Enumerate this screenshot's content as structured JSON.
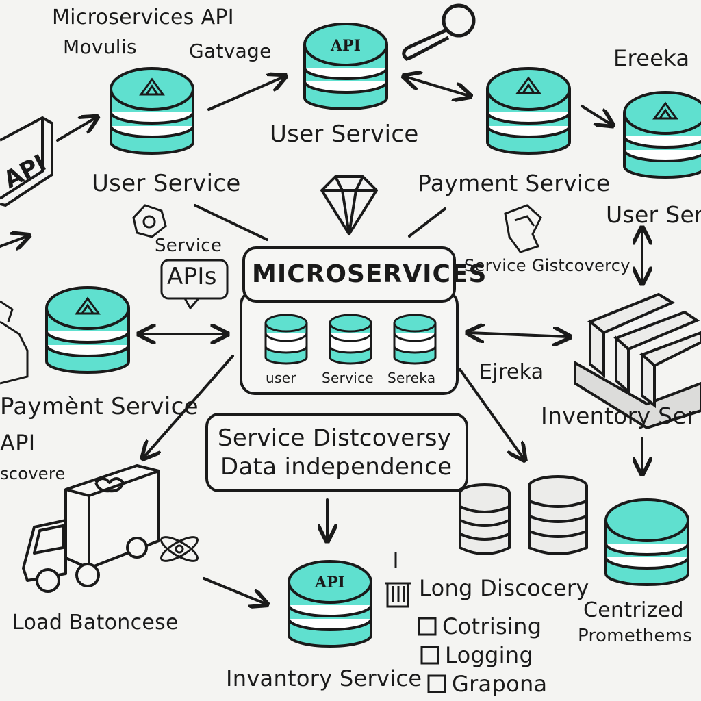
{
  "colors": {
    "db": "#5fe0cf",
    "ink": "#1a1a1a",
    "paper": "#f4f4f2"
  },
  "labels": {
    "top_title_1": "Microservices API",
    "top_title_2": "Movulis",
    "gateway": "Gatvage",
    "ereka_top": "Ereeka",
    "user_service_center": "User Service",
    "user_service_left": "User Service",
    "payment_service_right": "Payment Service",
    "user_service_right": "User Ser",
    "service_apis_1": "Service",
    "service_apis_2": "APIs",
    "service_discovery_right": "Service Gistcovercy",
    "microservices_title": "MICROSERVICES",
    "mini_1": "user",
    "mini_2": "Service",
    "mini_3": "Sereka",
    "ereka_mid": "Ejreka",
    "payment_service_left": "Paymènt Service",
    "api_left": "API",
    "discovere_left": "scovere",
    "inventory_right": "Inventory Ser",
    "mid_box_1": "Service Distcoversy",
    "mid_box_2": "Data independence",
    "load_balancer": "Load Batoncese",
    "inventory_bottom": "Invantory Service",
    "long_discovery": "Long Discocery",
    "chk_1": "Cotrising",
    "chk_2": "Logging",
    "chk_3": "Grapona",
    "centralized_1": "Centrized",
    "centralized_2": "Promethems",
    "db_api": "API",
    "api_sign": "API"
  }
}
